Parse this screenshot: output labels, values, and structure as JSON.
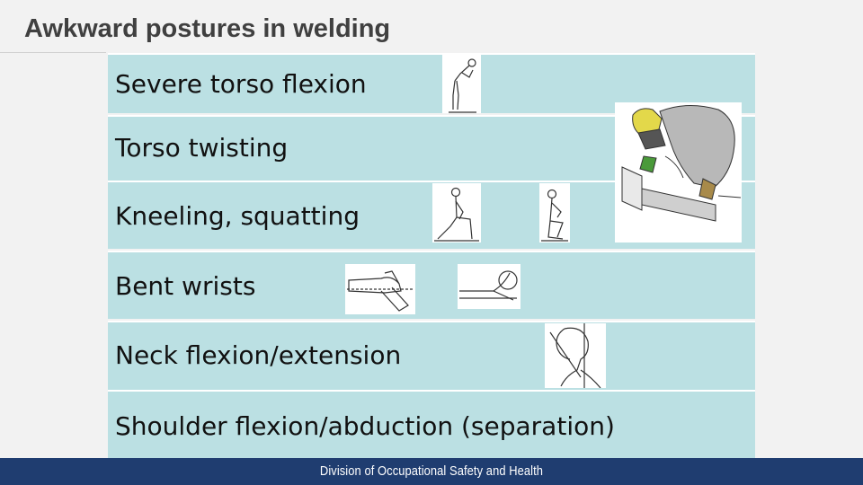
{
  "slide": {
    "title": "Awkward postures in welding"
  },
  "postures": [
    {
      "label": "Severe torso flexion"
    },
    {
      "label": "Torso twisting"
    },
    {
      "label": "Kneeling, squatting"
    },
    {
      "label": "Bent wrists"
    },
    {
      "label": "Neck flexion/extension"
    },
    {
      "label": "Shoulder flexion/abduction (separation)"
    }
  ],
  "figures": [
    {
      "name": "torso-flexion-figure"
    },
    {
      "name": "welder-figure"
    },
    {
      "name": "kneeling-figure"
    },
    {
      "name": "squatting-figure"
    },
    {
      "name": "bent-wrist-figure-1"
    },
    {
      "name": "bent-wrist-figure-2"
    },
    {
      "name": "neck-flexion-figure"
    }
  ],
  "colors": {
    "row_background": "#bbe0e3",
    "footer_background": "#1f3d70",
    "title_text": "#404040"
  },
  "footer": {
    "text": "Division of Occupational Safety and Health"
  }
}
